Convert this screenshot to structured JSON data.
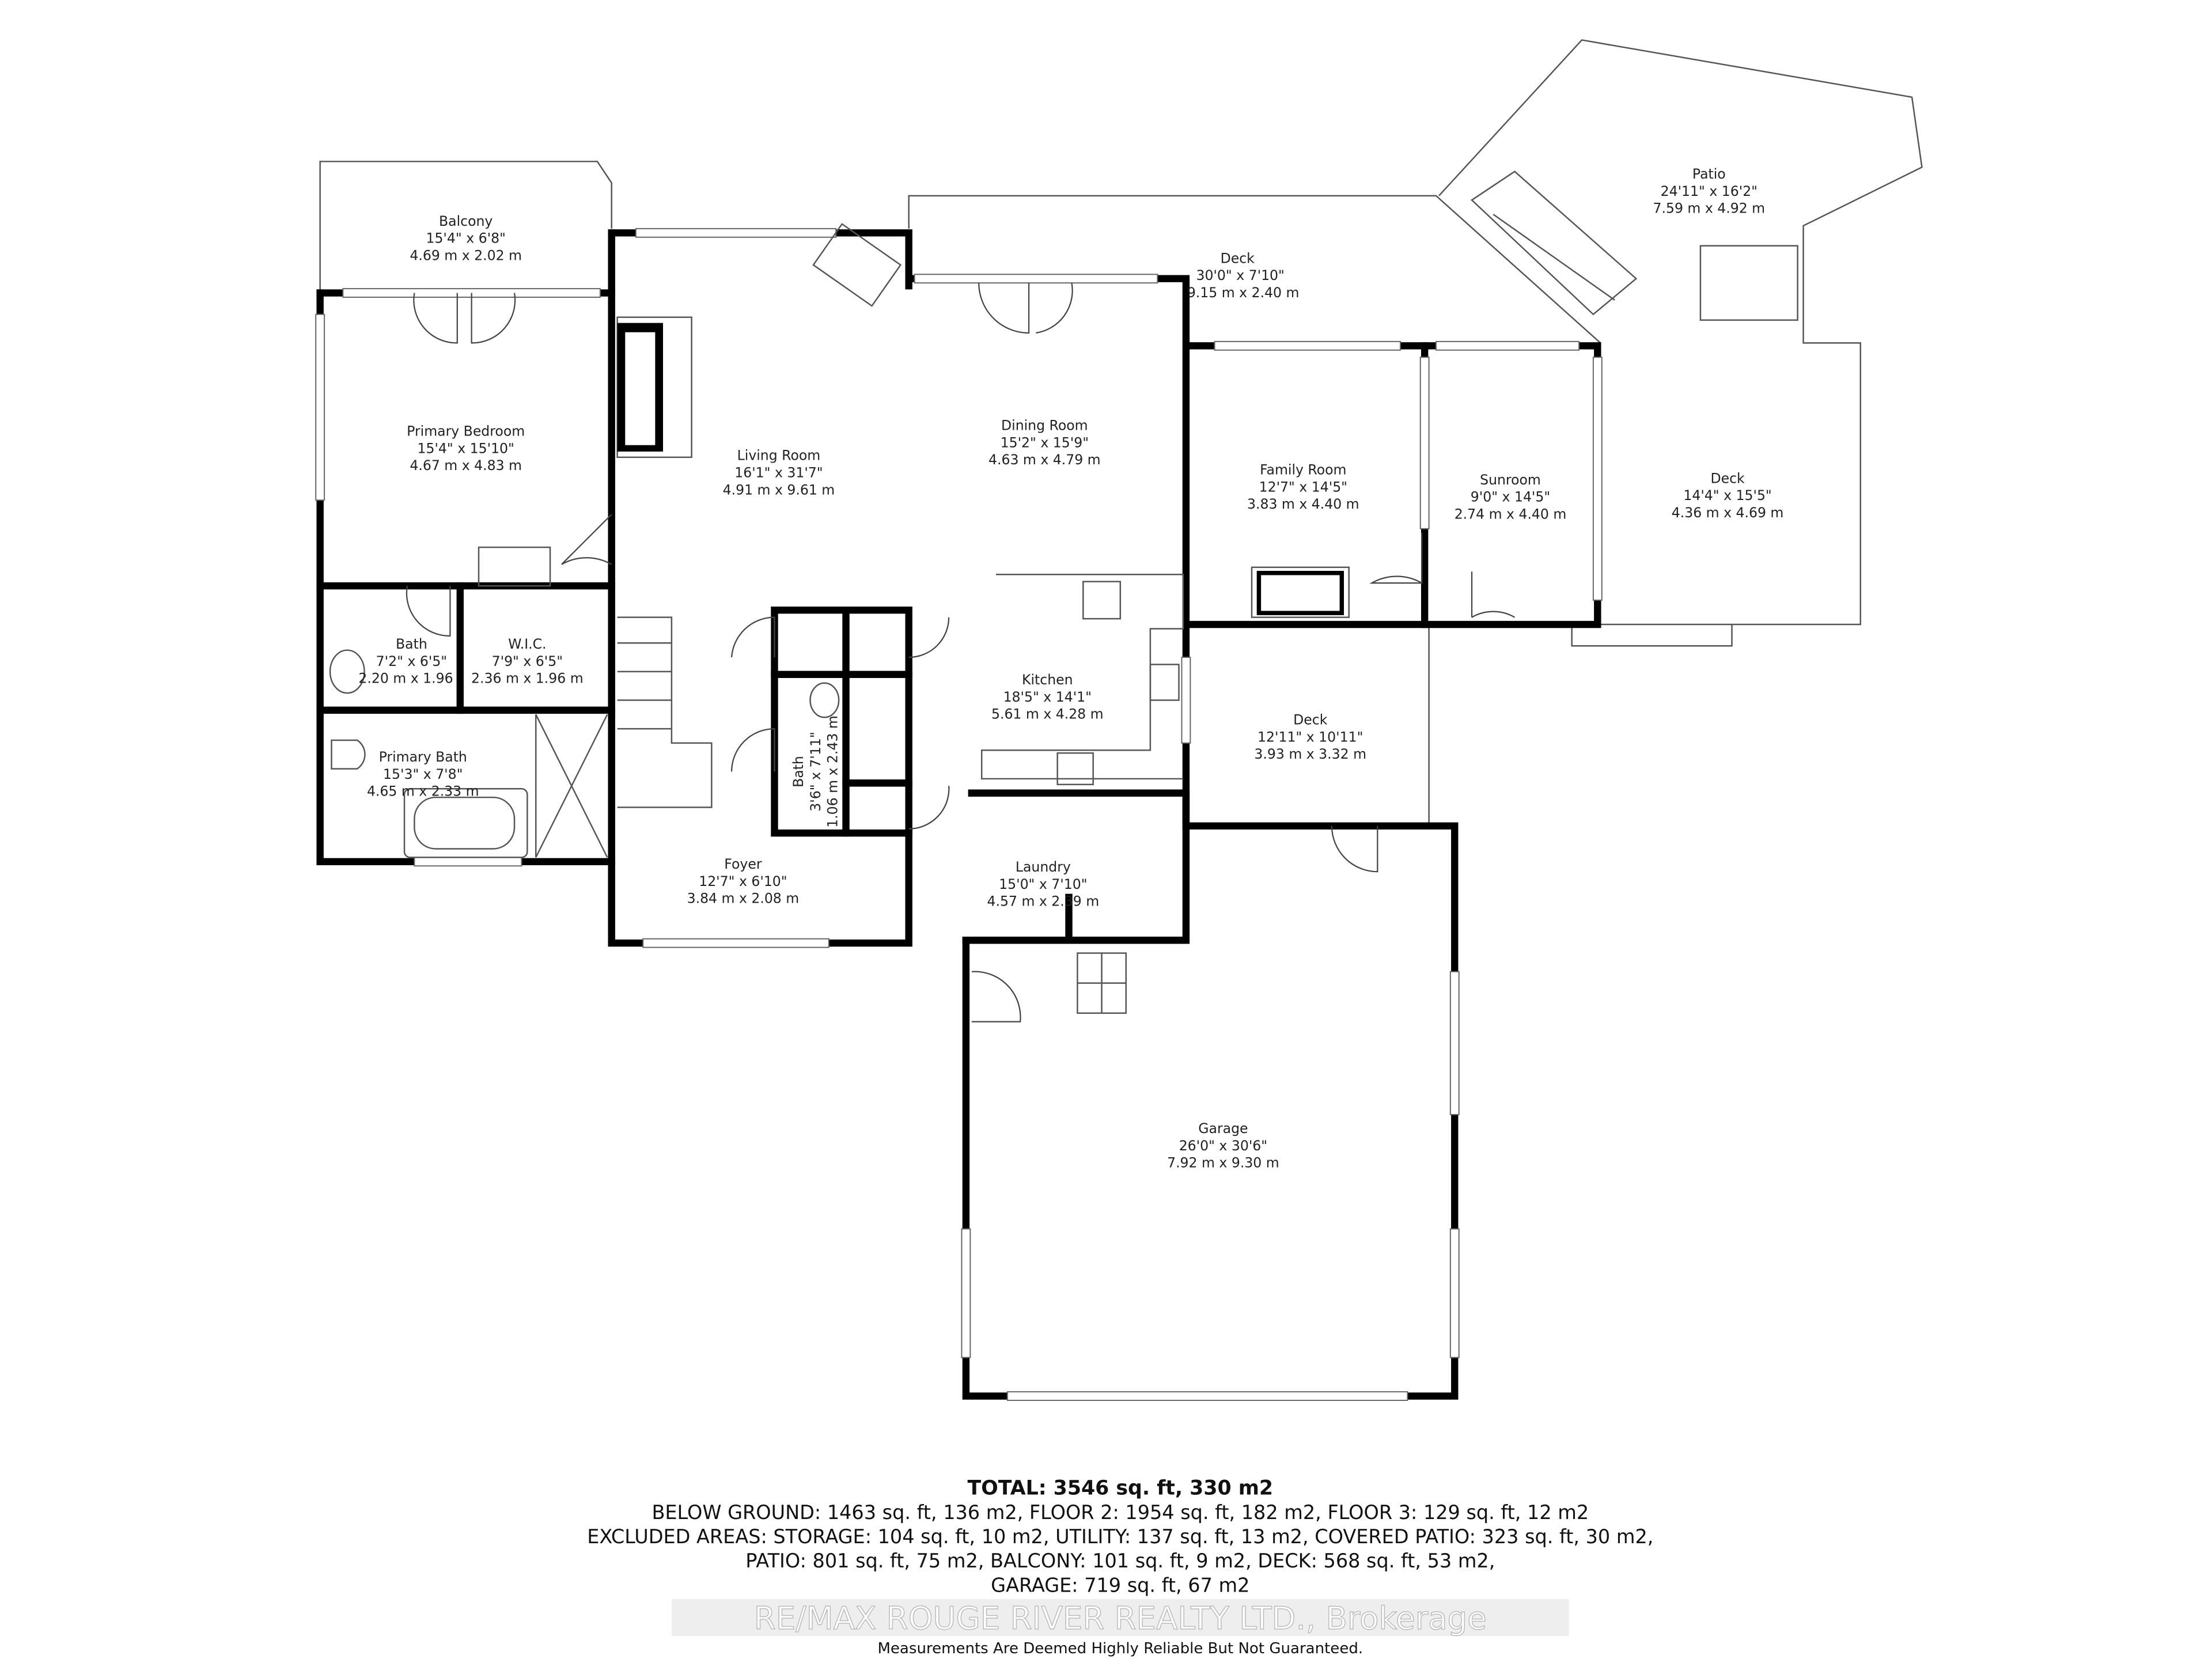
{
  "rooms": {
    "balcony": {
      "name": "Balcony",
      "imperial": "15'4\" x 6'8\"",
      "metric": "4.69 m x 2.02 m"
    },
    "primary_bedroom": {
      "name": "Primary Bedroom",
      "imperial": "15'4\" x 15'10\"",
      "metric": "4.67 m x 4.83 m"
    },
    "bath1": {
      "name": "Bath",
      "imperial": "7'2\" x 6'5\"",
      "metric": "2.20 m x 1.96"
    },
    "wic": {
      "name": "W.I.C.",
      "imperial": "7'9\" x 6'5\"",
      "metric": "2.36 m x 1.96 m"
    },
    "primary_bath": {
      "name": "Primary Bath",
      "imperial": "15'3\" x 7'8\"",
      "metric": "4.65 m x 2.33 m"
    },
    "living_room": {
      "name": "Living Room",
      "imperial": "16'1\" x 31'7\"",
      "metric": "4.91 m x 9.61 m"
    },
    "dining_room": {
      "name": "Dining Room",
      "imperial": "15'2\" x 15'9\"",
      "metric": "4.63 m x 4.79 m"
    },
    "deck_top": {
      "name": "Deck",
      "imperial": "30'0\" x 7'10\"",
      "metric": "9.15 m x 2.40 m"
    },
    "patio": {
      "name": "Patio",
      "imperial": "24'11\" x 16'2\"",
      "metric": "7.59 m x 4.92 m"
    },
    "family_room": {
      "name": "Family Room",
      "imperial": "12'7\" x 14'5\"",
      "metric": "3.83 m x 4.40 m"
    },
    "sunroom": {
      "name": "Sunroom",
      "imperial": "9'0\" x 14'5\"",
      "metric": "2.74 m x 4.40 m"
    },
    "deck_right": {
      "name": "Deck",
      "imperial": "14'4\" x 15'5\"",
      "metric": "4.36 m x 4.69 m"
    },
    "kitchen": {
      "name": "Kitchen",
      "imperial": "18'5\" x 14'1\"",
      "metric": "5.61 m x 4.28 m"
    },
    "bath2": {
      "name": "Bath",
      "imperial": "3'6\" x 7'11\"",
      "metric": "1.06 m x 2.43 m"
    },
    "deck_mid": {
      "name": "Deck",
      "imperial": "12'11\" x 10'11\"",
      "metric": "3.93 m x 3.32 m"
    },
    "foyer": {
      "name": "Foyer",
      "imperial": "12'7\" x 6'10\"",
      "metric": "3.84 m x 2.08 m"
    },
    "laundry": {
      "name": "Laundry",
      "imperial": "15'0\" x 7'10\"",
      "metric": "4.57 m x 2.39 m"
    },
    "garage": {
      "name": "Garage",
      "imperial": "26'0\" x 30'6\"",
      "metric": "7.92 m x 9.30 m"
    }
  },
  "summary": {
    "total": "TOTAL: 3546 sq. ft, 330 m2",
    "line1": "BELOW GROUND: 1463 sq. ft, 136 m2, FLOOR 2: 1954 sq. ft, 182 m2, FLOOR 3: 129 sq. ft, 12 m2",
    "line2": "EXCLUDED AREAS: STORAGE: 104 sq. ft, 10 m2, UTILITY: 137 sq. ft, 13 m2, COVERED PATIO: 323 sq. ft, 30 m2,",
    "line3": "PATIO: 801 sq. ft, 75 m2, BALCONY: 101 sq. ft, 9 m2, DECK: 568 sq. ft, 53 m2,",
    "line4": "GARAGE: 719 sq. ft, 67 m2",
    "disclaimer": "Measurements Are Deemed Highly Reliable But Not Guaranteed."
  },
  "watermark": "RE/MAX ROUGE RIVER REALTY LTD., Brokerage",
  "colors": {
    "walls": "#000000",
    "background": "#ffffff"
  }
}
